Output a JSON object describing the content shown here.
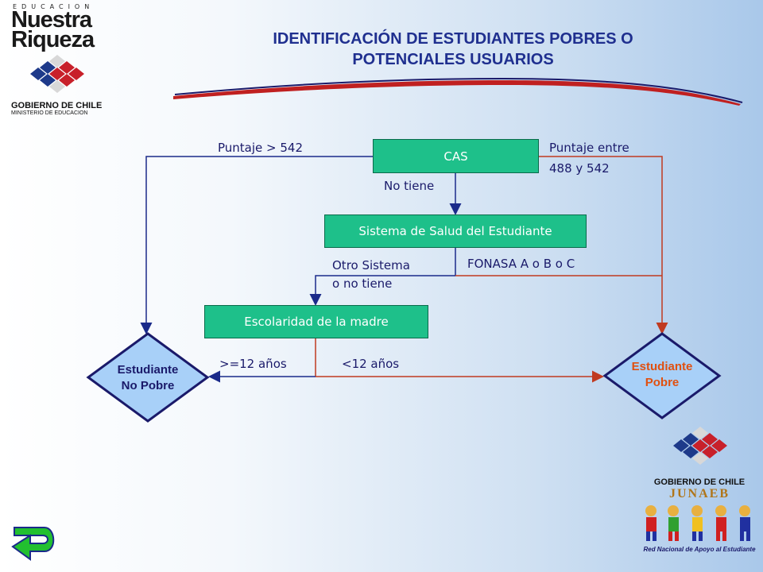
{
  "header": {
    "logo": {
      "educacion": "EDUCACION",
      "line1": "Nuestra",
      "line2": "Riqueza",
      "gobierno": "GOBIERNO DE CHILE",
      "ministerio": "MINISTERIO DE EDUCACION"
    },
    "title_line1": "IDENTIFICACIÓN DE ESTUDIANTES POBRES O",
    "title_line2": "POTENCIALES USUARIOS"
  },
  "flowchart": {
    "nodes": {
      "cas": "CAS",
      "salud": "Sistema de Salud del Estudiante",
      "madre": "Escolaridad de la madre",
      "no_pobre_line1": "Estudiante",
      "no_pobre_line2": "No Pobre",
      "pobre_line1": "Estudiante",
      "pobre_line2": "Pobre"
    },
    "edge_labels": {
      "puntaje_mayor": "Puntaje > 542",
      "puntaje_entre_1": "Puntaje entre",
      "puntaje_entre_2": "488 y 542",
      "no_tiene": "No tiene",
      "otro_sistema_1": "Otro Sistema",
      "otro_sistema_2": "o no tiene",
      "fonasa": "FONASA A o B o C",
      "mayor_12": ">=12 años",
      "menor_12": "<12 años"
    }
  },
  "footer": {
    "junaeb_gobierno": "GOBIERNO DE CHILE",
    "junaeb_name": "JUNAEB",
    "red_nacional": "Red Nacional de Apoyo al Estudiante",
    "return_icon": "return-arrow-icon"
  },
  "colors": {
    "box_fill": "#1ec08a",
    "diamond_fill": "#a8d0f8",
    "diamond_border": "#1a1a6a",
    "title": "#1f2f8f",
    "poor_label": "#e05010",
    "blue_line": "#1a2a8a",
    "red_line": "#c03a20"
  }
}
